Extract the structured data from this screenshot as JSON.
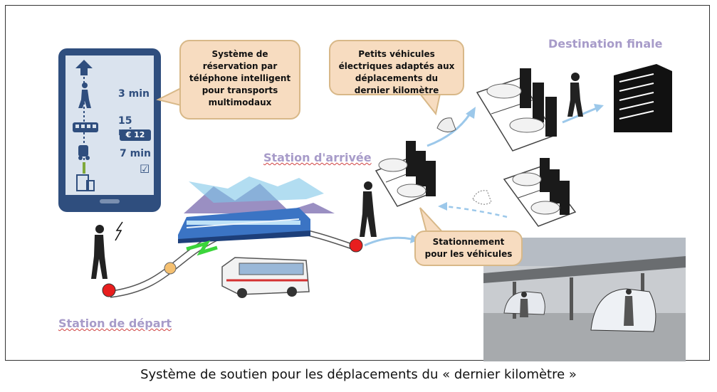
{
  "phone": {
    "time_walk": "3 min",
    "time_bus": "15 min",
    "price": "€ 12",
    "time_car": "7 min",
    "check": "☑"
  },
  "callouts": {
    "reservation": "Système de réservation par téléphone intelligent pour transports multimodaux",
    "vehicles": "Petits véhicules électriques adaptés aux déplacements du dernier kilomètre",
    "parking": "Stationnement pour les véhicules"
  },
  "labels": {
    "destination": "Destination finale",
    "arrival": "Station d'arrivée",
    "departure": "Station de départ"
  },
  "caption": "Système de soutien pour les déplacements du « dernier kilomètre »",
  "icons": [
    "arrow-up-icon",
    "walking-person-icon",
    "bus-icon",
    "car-icon",
    "building-icon",
    "train-icon",
    "electric-car-icon",
    "lightning-icon",
    "check-icon"
  ],
  "colors": {
    "phone": "#2f4e7e",
    "callout": "#f7dcc0",
    "label": "#a79bc9",
    "arrow": "#9cc8ea",
    "station_dot": "#e81e1e"
  }
}
